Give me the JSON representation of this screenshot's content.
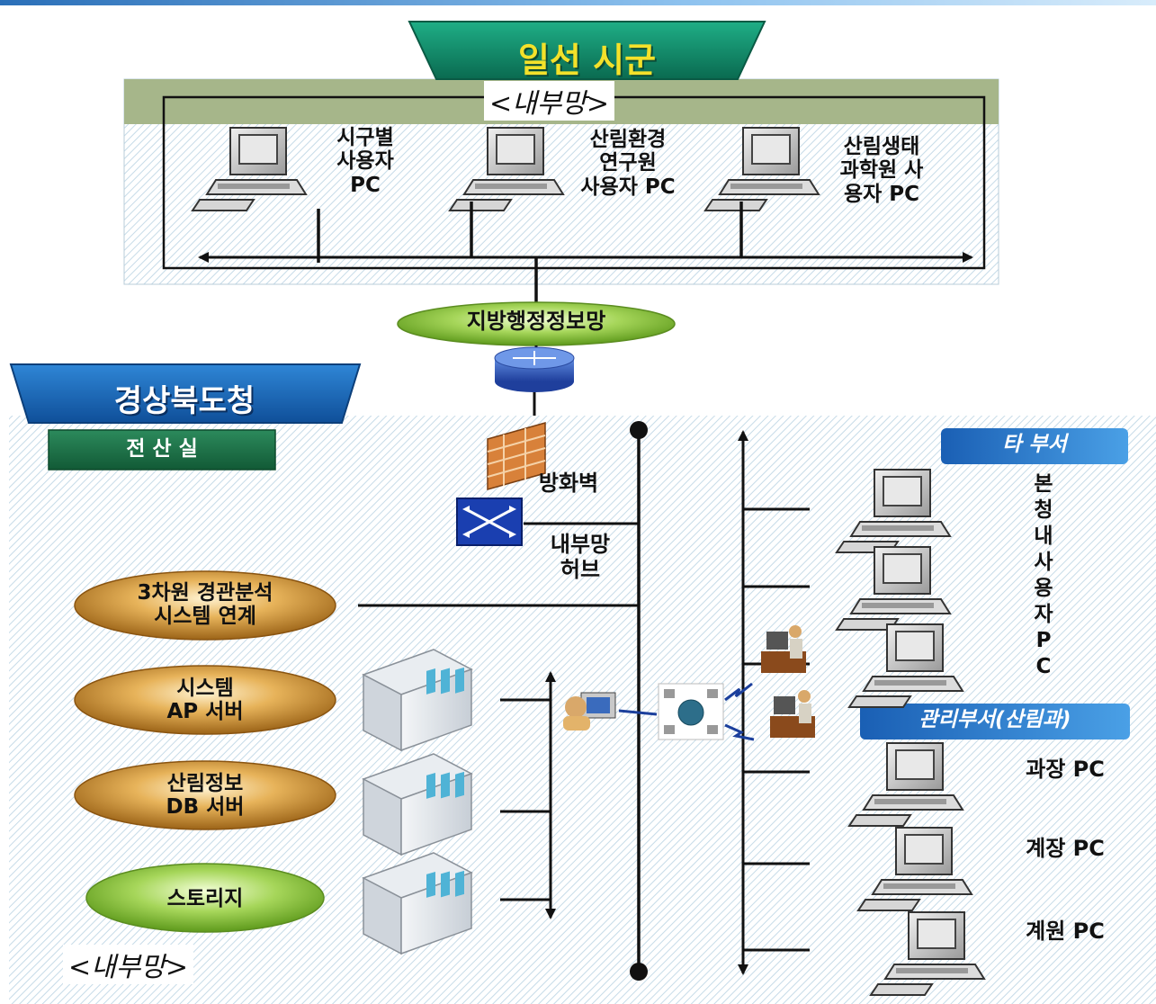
{
  "regional_header": "일선 시군",
  "regional_tag": "<내부망>",
  "regional_pcs": [
    {
      "label": "시구별\n사용자\nPC"
    },
    {
      "label": "산림환경\n연구원\n사용자 PC"
    },
    {
      "label": "산림생태\n과학원 사\n용자 PC"
    }
  ],
  "wan_label": "지방행정정보망",
  "province_header": "경상북도청",
  "server_room_label": "전 산 실",
  "firewall_label": "방화벽",
  "hub_label": "내부망\n허브",
  "systems": [
    {
      "label": "3차원 경관분석\n시스템 연계"
    },
    {
      "label": "시스템\nAP 서버"
    },
    {
      "label": "산림정보\nDB 서버"
    },
    {
      "label": "스토리지"
    }
  ],
  "other_dept_header": "타 부서",
  "other_dept_users_label": "본\n청\n내\n사\n용\n자\nP\nC",
  "mgmt_dept_header": "관리부서(산림과)",
  "mgmt_pcs": [
    {
      "label": "과장 PC"
    },
    {
      "label": "계장 PC"
    },
    {
      "label": "계원 PC"
    }
  ],
  "bottom_tag": "<내부망>",
  "colors": {
    "green_banner": "#0e8a6a",
    "blue_banner": "#1565b8",
    "olive_bar": "#a6b68a",
    "orange_pill": "#c88a2e",
    "green_pill": "#8ec63f"
  }
}
